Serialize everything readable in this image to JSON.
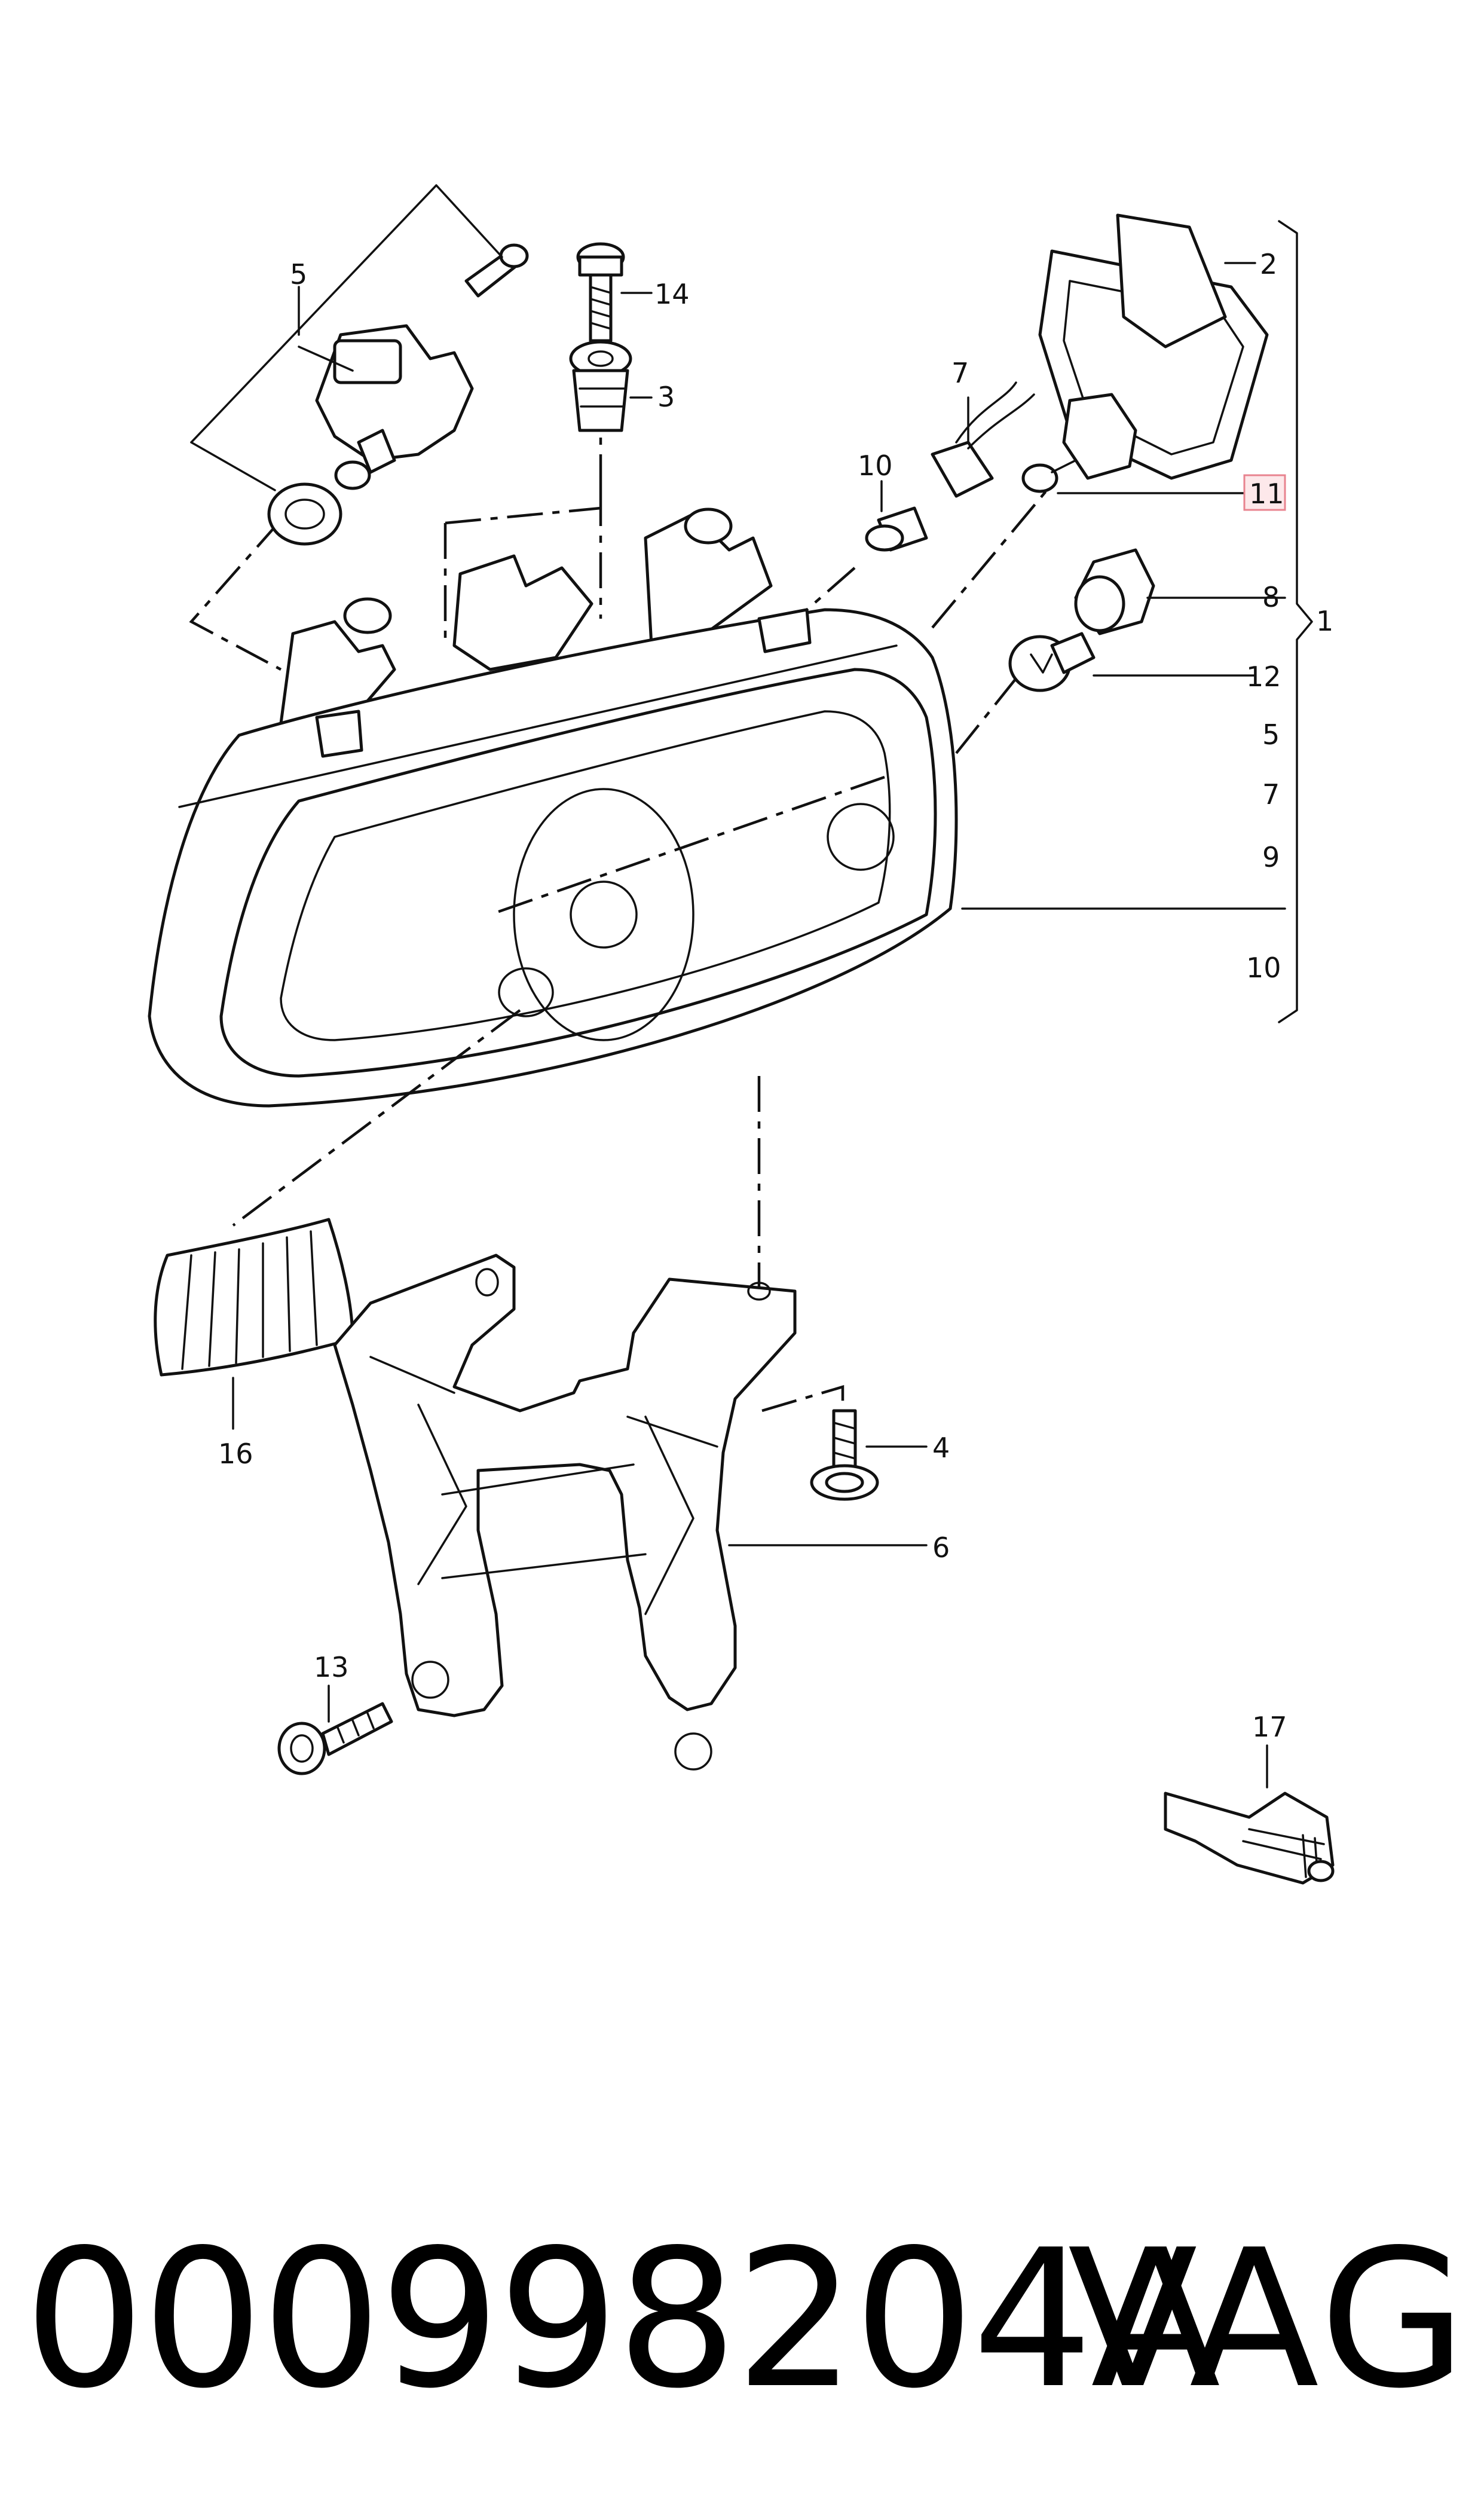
{
  "diagram": {
    "callouts": {
      "c1": "1",
      "c2": "2",
      "c3": "3",
      "c4": "4",
      "c5": "5",
      "c6": "6",
      "c7": "7",
      "c8": "8",
      "c9": "9",
      "c10": "10",
      "c11": "11",
      "c12": "12",
      "c13": "13",
      "c14": "14",
      "c16": "16",
      "c17": "17"
    },
    "group_list": [
      "5",
      "7",
      "9",
      "10"
    ],
    "highlighted_callout": "11",
    "highlight_color": "#fde8ea"
  },
  "footer": {
    "part_number": "000998204A",
    "brand": "VAG"
  }
}
